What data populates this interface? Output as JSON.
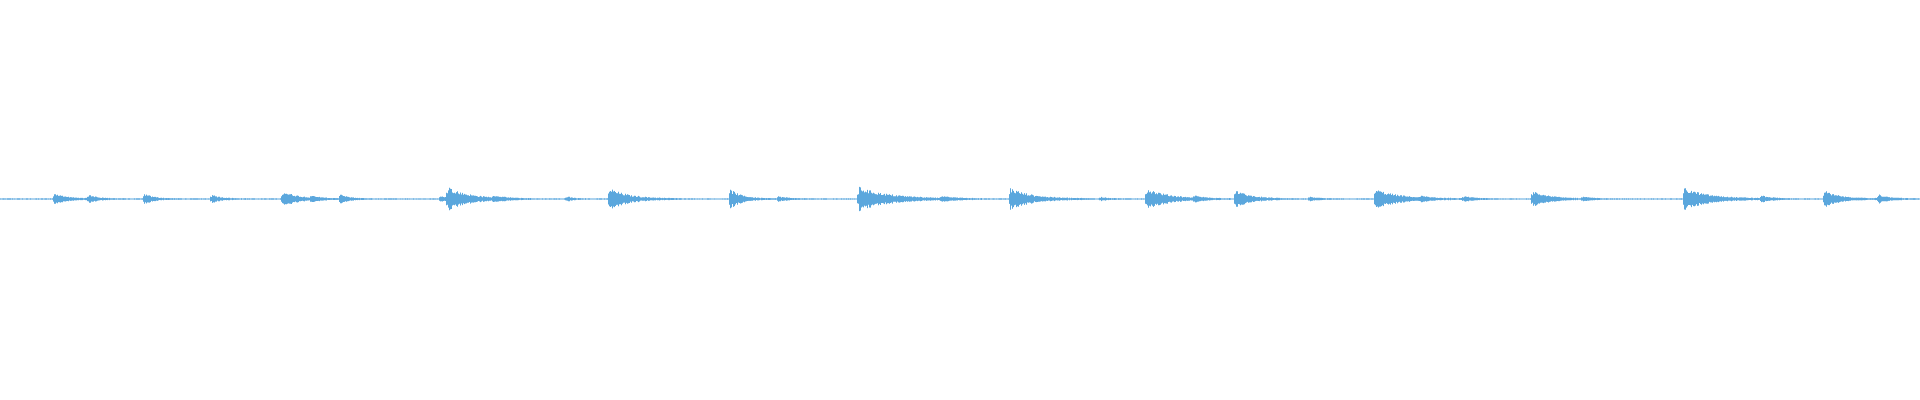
{
  "waveform": {
    "color": "#5ba7dd",
    "background": "#ffffff",
    "duration_fraction_axis": "0-1 of track",
    "baseline_amplitude": 0.004,
    "bursts": [
      {
        "t": 0.028,
        "amp": 0.03,
        "decay": 0.006
      },
      {
        "t": 0.046,
        "amp": 0.02,
        "decay": 0.005
      },
      {
        "t": 0.075,
        "amp": 0.025,
        "decay": 0.005
      },
      {
        "t": 0.11,
        "amp": 0.02,
        "decay": 0.005
      },
      {
        "t": 0.147,
        "amp": 0.04,
        "decay": 0.008
      },
      {
        "t": 0.162,
        "amp": 0.012,
        "decay": 0.004
      },
      {
        "t": 0.177,
        "amp": 0.02,
        "decay": 0.005
      },
      {
        "t": 0.229,
        "amp": 0.018,
        "decay": 0.003
      },
      {
        "t": 0.233,
        "amp": 0.06,
        "decay": 0.011
      },
      {
        "t": 0.257,
        "amp": 0.012,
        "decay": 0.005
      },
      {
        "t": 0.295,
        "amp": 0.012,
        "decay": 0.003
      },
      {
        "t": 0.317,
        "amp": 0.055,
        "decay": 0.01
      },
      {
        "t": 0.38,
        "amp": 0.05,
        "decay": 0.006
      },
      {
        "t": 0.405,
        "amp": 0.012,
        "decay": 0.005
      },
      {
        "t": 0.447,
        "amp": 0.06,
        "decay": 0.016
      },
      {
        "t": 0.49,
        "amp": 0.01,
        "decay": 0.006
      },
      {
        "t": 0.526,
        "amp": 0.055,
        "decay": 0.011
      },
      {
        "t": 0.573,
        "amp": 0.01,
        "decay": 0.004
      },
      {
        "t": 0.597,
        "amp": 0.055,
        "decay": 0.011
      },
      {
        "t": 0.622,
        "amp": 0.012,
        "decay": 0.004
      },
      {
        "t": 0.643,
        "amp": 0.045,
        "decay": 0.008
      },
      {
        "t": 0.682,
        "amp": 0.01,
        "decay": 0.004
      },
      {
        "t": 0.716,
        "amp": 0.05,
        "decay": 0.012
      },
      {
        "t": 0.74,
        "amp": 0.01,
        "decay": 0.004
      },
      {
        "t": 0.762,
        "amp": 0.015,
        "decay": 0.005
      },
      {
        "t": 0.798,
        "amp": 0.045,
        "decay": 0.008
      },
      {
        "t": 0.824,
        "amp": 0.01,
        "decay": 0.005
      },
      {
        "t": 0.877,
        "amp": 0.055,
        "decay": 0.013
      },
      {
        "t": 0.917,
        "amp": 0.015,
        "decay": 0.005
      },
      {
        "t": 0.95,
        "amp": 0.04,
        "decay": 0.008
      },
      {
        "t": 0.978,
        "amp": 0.02,
        "decay": 0.006
      }
    ]
  }
}
